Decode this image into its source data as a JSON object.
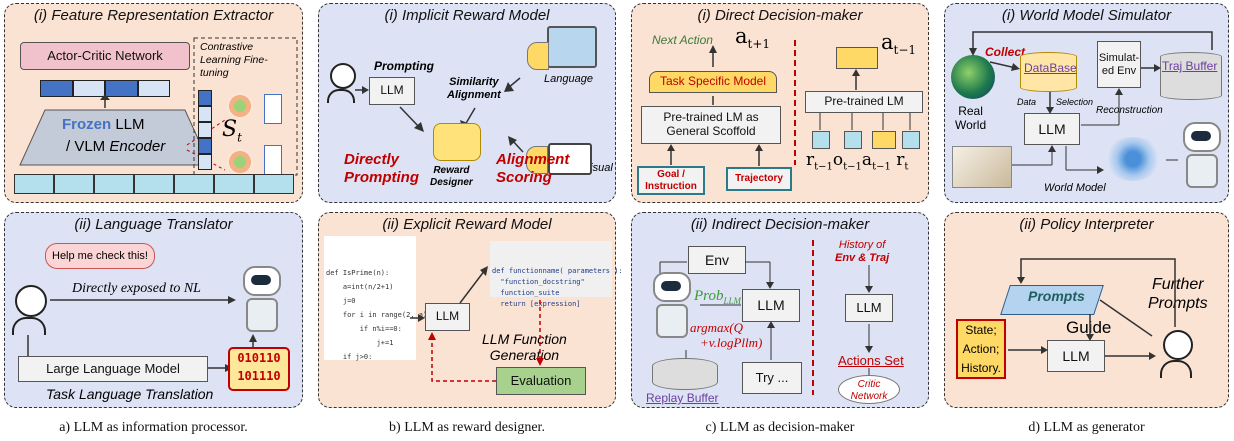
{
  "captions": {
    "a": "a) LLM as information processor.",
    "b": "b) LLM as reward designer.",
    "c": "c) LLM as decision-maker",
    "d": "d) LLM as generator"
  },
  "a1": {
    "title": "(i) Feature Representation Extractor",
    "actor_critic": "Actor-Critic Network",
    "contrastive": "Contrastive Learning Fine-tuning",
    "frozen": "Frozen",
    "llm": "LLM",
    "vlm": "/ VLM",
    "encoder": "Encoder",
    "st": "S",
    "st_sub": "t"
  },
  "a2": {
    "title": "(ii) Language Translator",
    "bubble": "Help me check this!",
    "direct": "Directly exposed to NL",
    "llm": "Large Language Model",
    "bits1": "010110",
    "bits2": "101110",
    "task": "Task Language Translation"
  },
  "b1": {
    "title": "(i) Implicit Reward Model",
    "prompting": "Prompting",
    "llm": "LLM",
    "similarity": "Similarity",
    "alignment": "Alignment",
    "language": "Language",
    "visual": "Visual",
    "directly": "Directly",
    "prompting2": "Prompting",
    "reward": "Reward",
    "designer": "Designer",
    "align2": "Alignment",
    "scoring": "Scoring"
  },
  "b2": {
    "title": "(ii) Explicit Reward Model",
    "code_left": [
      "def IsPrime(n):",
      "    a=int(n/2+1)",
      "    j=0",
      "    for i in range(2, a):",
      "        if n%i==0:",
      "            j+=1",
      "    if j>0:"
    ],
    "code_right": [
      "def functionname( parameters ):",
      "  \"function_docstring\"",
      "  function_suite",
      "  return [expression]"
    ],
    "llm": "LLM",
    "gen1": "LLM Function",
    "gen2": "Generation",
    "eval": "Evaluation"
  },
  "c1": {
    "title": "(i) Direct Decision-maker",
    "next_action": "Next Action",
    "a_next": "a",
    "a_next_sub": "t+1",
    "task_model": "Task Specific Model",
    "pretrained_general": "Pre-trained LM as General Scoffold",
    "goal": "Goal / Instruction",
    "trajectory": "Trajectory",
    "a_prev": "a",
    "a_prev_sub": "t−1",
    "pretrained": "Pre-trained LM",
    "seq": [
      {
        "s": "r",
        "sub": "t−1"
      },
      {
        "s": "o",
        "sub": "t−1"
      },
      {
        "s": "a",
        "sub": "t−1"
      },
      {
        "s": "r",
        "sub": "t"
      }
    ]
  },
  "c2": {
    "title": "(ii) Indirect Decision-maker",
    "env": "Env",
    "llm": "LLM",
    "prob": "Prob",
    "prob_sub": "LLM",
    "argmax1": "argmax(Q",
    "argmax2": "+v.logPllm)",
    "replay": "Replay Buffer",
    "try": "Try ...",
    "history1": "History of",
    "history2": "Env & Traj",
    "llm2": "LLM",
    "actions": "Actions Set",
    "critic1": "Critic",
    "critic2": "Network"
  },
  "d1": {
    "title": "(i) World Model Simulator",
    "collect": "Collect",
    "database": "DataBase",
    "simulated": "Simulat-ed Env",
    "traj_buffer": "Traj Buffer",
    "real": "Real",
    "world": "World",
    "data": "Data",
    "selection": "Selection",
    "llm": "LLM",
    "reconstruction": "Reconstruction",
    "world_model": "World Model"
  },
  "d2": {
    "title": "(ii) Policy Interpreter",
    "prompts": "Prompts",
    "further1": "Further",
    "further2": "Prompts",
    "guide": "Guide",
    "state": "State;",
    "action": "Action;",
    "history": "History.",
    "llm": "LLM"
  },
  "colors": {
    "orange_panel": "#fbe3d4",
    "blue_panel": "#dde3f4",
    "red_text": "#c00000",
    "green_text": "#3a7a3a",
    "purple": "#6a3fa0"
  }
}
